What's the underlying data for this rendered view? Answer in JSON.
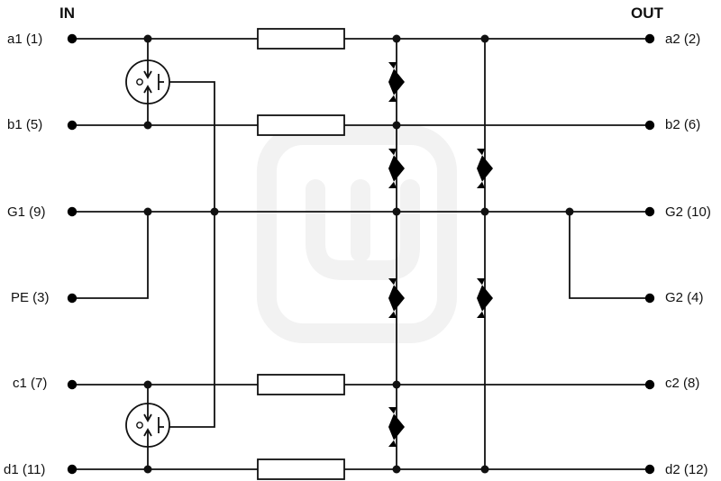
{
  "header": {
    "in": "IN",
    "out": "OUT"
  },
  "labels": {
    "a1": "a1 (1)",
    "b1": "b1 (5)",
    "g1": "G1 (9)",
    "pe": "PE (3)",
    "c1": "c1 (7)",
    "d1": "d1 (11)",
    "a2": "a2 (2)",
    "b2": "b2 (6)",
    "g2_10": "G2 (10)",
    "g2_4": "G2 (4)",
    "c2": "c2 (8)",
    "d2": "d2 (12)"
  },
  "colors": {
    "line": "#111111",
    "background": "#ffffff",
    "watermark": "#f2f2f2"
  },
  "icons": [
    "terminal-symbol",
    "resistor-symbol",
    "tvs-diode-symbol",
    "gas-discharge-tube-symbol",
    "junction-dot"
  ]
}
